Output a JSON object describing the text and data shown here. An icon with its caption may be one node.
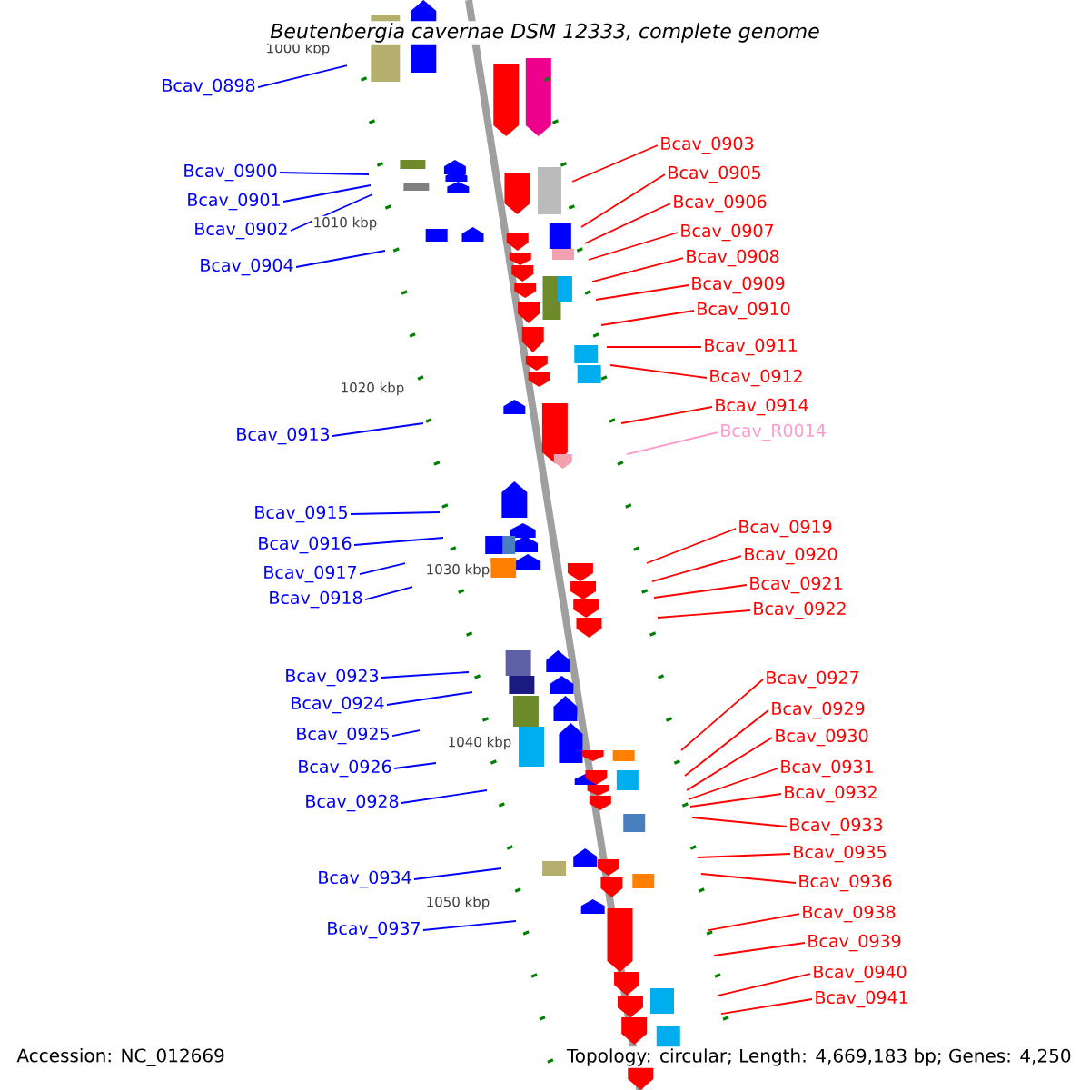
{
  "diagram": {
    "title": "Beutenbergia cavernae DSM 12333, complete genome",
    "nodes": [
      {
        "text": [
          "Bcav_0898"
        ]
      },
      {
        "text": [
          "Bcav_0900"
        ]
      },
      {
        "text": [
          "Bcav_0901"
        ]
      },
      {
        "text": [
          "Bcav_0902"
        ]
      },
      {
        "text": [
          "Bcav_0904"
        ]
      },
      {
        "text": [
          "Bcav_0913"
        ]
      },
      {
        "text": [
          "Bcav_0915"
        ]
      },
      {
        "text": [
          "Bcav_0916"
        ]
      },
      {
        "text": [
          "Bcav_0917"
        ]
      },
      {
        "text": [
          "Bcav_0918"
        ]
      },
      {
        "text": [
          "Bcav_0923"
        ]
      },
      {
        "text": [
          "Bcav_0924"
        ]
      },
      {
        "text": [
          "Bcav_0925"
        ]
      },
      {
        "text": [
          "Bcav_0926"
        ]
      },
      {
        "text": [
          "Bcav_0928"
        ]
      },
      {
        "text": [
          "Bcav_0934"
        ]
      },
      {
        "text": [
          "Bcav_0937"
        ]
      },
      {
        "text": [
          "Bcav_0903"
        ]
      },
      {
        "text": [
          "Bcav_0905"
        ]
      },
      {
        "text": [
          "Bcav_0906"
        ]
      },
      {
        "text": [
          "Bcav_0907"
        ]
      },
      {
        "text": [
          "Bcav_0908"
        ]
      },
      {
        "text": [
          "Bcav_0909"
        ]
      },
      {
        "text": [
          "Bcav_0910"
        ]
      },
      {
        "text": [
          "Bcav_0911"
        ]
      },
      {
        "text": [
          "Bcav_0912"
        ]
      },
      {
        "text": [
          "Bcav_0914"
        ]
      },
      {
        "text": [
          "Bcav_R0014"
        ]
      },
      {
        "text": [
          "Bcav_0919"
        ]
      },
      {
        "text": [
          "Bcav_0920"
        ]
      },
      {
        "text": [
          "Bcav_0921"
        ]
      },
      {
        "text": [
          "Bcav_0922"
        ]
      },
      {
        "text": [
          "Bcav_0927"
        ]
      },
      {
        "text": [
          "Bcav_0929"
        ]
      },
      {
        "text": [
          "Bcav_0930"
        ]
      },
      {
        "text": [
          "Bcav_0931"
        ]
      },
      {
        "text": [
          "Bcav_0932"
        ]
      },
      {
        "text": [
          "Bcav_0933"
        ]
      },
      {
        "text": [
          "Bcav_0935"
        ]
      },
      {
        "text": [
          "Bcav_0936"
        ]
      },
      {
        "text": [
          "Bcav_0938"
        ]
      },
      {
        "text": [
          "Bcav_0939"
        ]
      },
      {
        "text": [
          "Bcav_0940"
        ]
      },
      {
        "text": [
          "Bcav_0941"
        ]
      }
    ],
    "edges": [
      {
        "from": 0,
        "to": null,
        "arrow": "none",
        "color": "#0000ff"
      },
      {
        "from": 1,
        "to": null,
        "arrow": "none",
        "color": "#0000ff"
      },
      {
        "from": 2,
        "to": null,
        "arrow": "none",
        "color": "#0000ff"
      },
      {
        "from": 3,
        "to": null,
        "arrow": "none",
        "color": "#0000ff"
      },
      {
        "from": 4,
        "to": null,
        "arrow": "none",
        "color": "#0000ff"
      },
      {
        "from": 5,
        "to": null,
        "arrow": "none",
        "color": "#0000ff"
      },
      {
        "from": 6,
        "to": null,
        "arrow": "none",
        "color": "#0000ff"
      },
      {
        "from": 7,
        "to": null,
        "arrow": "none",
        "color": "#0000ff"
      },
      {
        "from": 8,
        "to": null,
        "arrow": "none",
        "color": "#0000ff"
      },
      {
        "from": 9,
        "to": null,
        "arrow": "none",
        "color": "#0000ff"
      },
      {
        "from": 10,
        "to": null,
        "arrow": "none",
        "color": "#0000ff"
      },
      {
        "from": 11,
        "to": null,
        "arrow": "none",
        "color": "#0000ff"
      },
      {
        "from": 12,
        "to": null,
        "arrow": "none",
        "color": "#0000ff"
      },
      {
        "from": 13,
        "to": null,
        "arrow": "none",
        "color": "#0000ff"
      },
      {
        "from": 14,
        "to": null,
        "arrow": "none",
        "color": "#0000ff"
      },
      {
        "from": 15,
        "to": null,
        "arrow": "none",
        "color": "#0000ff"
      },
      {
        "from": 16,
        "to": null,
        "arrow": "none",
        "color": "#0000ff"
      },
      {
        "from": 17,
        "to": null,
        "arrow": "none"
      },
      {
        "from": 18,
        "to": null,
        "arrow": "none"
      },
      {
        "from": 19,
        "to": null,
        "arrow": "none"
      },
      {
        "from": 20,
        "to": null,
        "arrow": "none"
      },
      {
        "from": 21,
        "to": null,
        "arrow": "none"
      },
      {
        "from": 22,
        "to": null,
        "arrow": "none"
      },
      {
        "from": 23,
        "to": null,
        "arrow": "none"
      },
      {
        "from": 24,
        "to": null,
        "arrow": "none"
      },
      {
        "from": 25,
        "to": null,
        "arrow": "none"
      },
      {
        "from": 26,
        "to": null,
        "arrow": "none"
      },
      {
        "from": 27,
        "to": null,
        "arrow": "none",
        "color": "#ff99cc"
      },
      {
        "from": 28,
        "to": null,
        "arrow": "none"
      },
      {
        "from": 29,
        "to": null,
        "arrow": "none"
      },
      {
        "from": 30,
        "to": null,
        "arrow": "none"
      },
      {
        "from": 31,
        "to": null,
        "arrow": "none"
      },
      {
        "from": 32,
        "to": null,
        "arrow": "none"
      },
      {
        "from": 33,
        "to": null,
        "arrow": "none"
      },
      {
        "from": 34,
        "to": null,
        "arrow": "none"
      },
      {
        "from": 35,
        "to": null,
        "arrow": "none"
      },
      {
        "from": 36,
        "to": null,
        "arrow": "none"
      },
      {
        "from": 37,
        "to": null,
        "arrow": "none"
      },
      {
        "from": 38,
        "to": null,
        "arrow": "none"
      },
      {
        "from": 39,
        "to": null,
        "arrow": "none"
      },
      {
        "from": 40,
        "to": null,
        "arrow": "none"
      },
      {
        "from": 41,
        "to": null,
        "arrow": "none"
      },
      {
        "from": 42,
        "to": null,
        "arrow": "none"
      },
      {
        "from": 43,
        "to": null,
        "arrow": "none"
      }
    ],
    "labels": [
      "1000 kbp",
      "1010 kbp",
      "1020 kbp",
      "1030 kbp",
      "1040 kbp",
      "1050 kbp",
      "Accession: NC_012669",
      "Topology: circular; Length: 4,669,183 bp; Genes: 4,250"
    ]
  }
}
